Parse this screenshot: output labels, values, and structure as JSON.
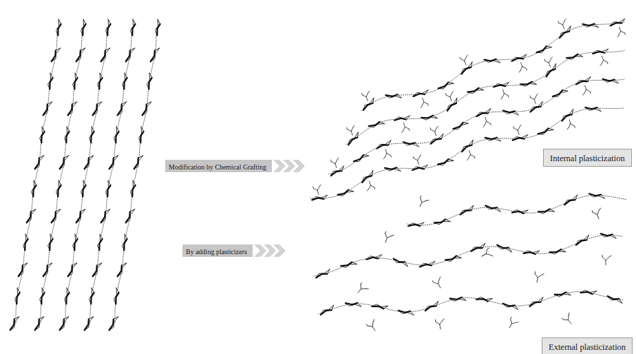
{
  "diagram": {
    "nodes": [
      {
        "text": [
          "Modification by Chemical Grafting"
        ]
      },
      {
        "text": [
          "Internal plasticization"
        ]
      },
      {
        "text": [
          "By adding plasticizers"
        ]
      },
      {
        "text": [
          "External plasticization"
        ]
      }
    ]
  }
}
